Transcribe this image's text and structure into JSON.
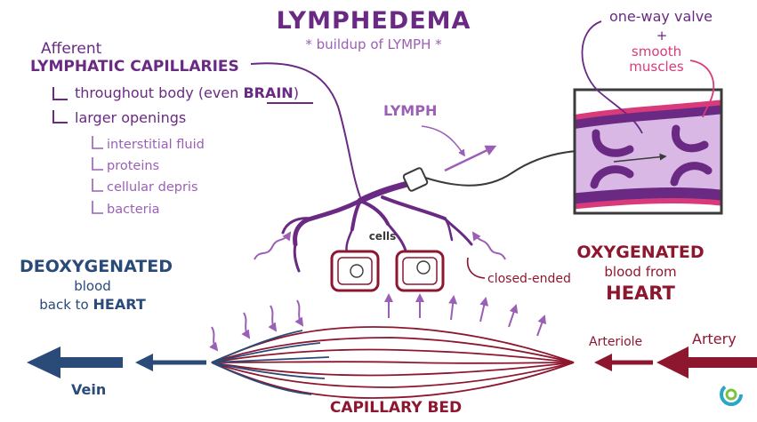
{
  "title": "LYMPHEDEMA",
  "subtitle": "* buildup of LYMPH *",
  "colors": {
    "purple": "#6a2a83",
    "light_purple": "#9b5fb6",
    "lavender": "#d9b8e6",
    "dark_red": "#8e1730",
    "pink": "#d93a7a",
    "navy": "#2a4a78",
    "gray": "#3a3a3a"
  },
  "afferent": {
    "line1": "Afferent",
    "line2": "LYMPHATIC CAPILLARIES",
    "item1": "throughout body (even",
    "item1_emph": "BRAIN",
    "item1_close": ")",
    "item2": "larger openings",
    "sub": [
      "interstitial fluid",
      "proteins",
      "cellular depris",
      "bacteria"
    ]
  },
  "labels": {
    "lymph": "LYMPH",
    "cells": "cells",
    "closed_ended": "closed-ended",
    "valve": "one-way valve",
    "plus": "+",
    "smooth": "smooth",
    "muscles": "muscles",
    "oxygenated": "OXYGENATED",
    "blood_from": "blood from",
    "heart_red": "HEART",
    "deoxygenated": "DEOXYGENATED",
    "blood": "blood",
    "back_to": "back to",
    "heart_blue": "HEART",
    "arteriole": "Arteriole",
    "artery": "Artery",
    "vein": "Vein",
    "capillary_bed": "CAPILLARY BED"
  }
}
